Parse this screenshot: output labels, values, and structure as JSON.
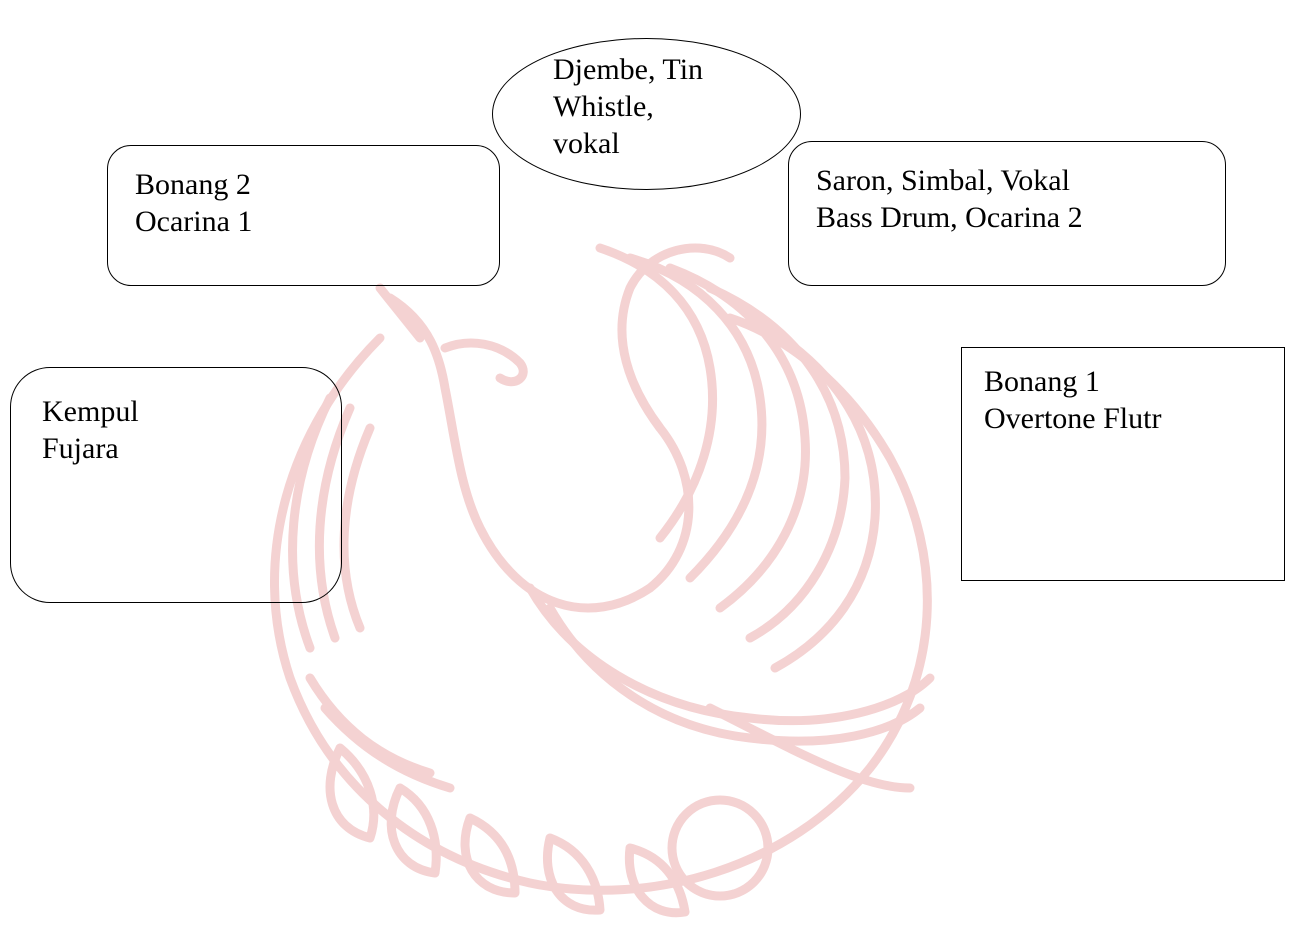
{
  "diagram": {
    "nodes": [
      {
        "id": "djembe",
        "shape": "ellipse",
        "lines": [
          "Djembe, Tin",
          "Whistle,",
          "vokal"
        ]
      },
      {
        "id": "bonang2",
        "shape": "rounded-rect",
        "lines": [
          "Bonang 2",
          "Ocarina 1"
        ]
      },
      {
        "id": "saron",
        "shape": "rounded-rect",
        "lines": [
          "Saron, Simbal, Vokal",
          "Bass Drum, Ocarina 2"
        ]
      },
      {
        "id": "kempul",
        "shape": "rounded-rect",
        "lines": [
          "Kempul",
          "Fujara"
        ]
      },
      {
        "id": "bonang1",
        "shape": "rect",
        "lines": [
          "Bonang 1",
          "Overtone Flutr"
        ]
      }
    ]
  },
  "watermark": {
    "kind": "phoenix emblem",
    "color": "#f4d2d2"
  }
}
